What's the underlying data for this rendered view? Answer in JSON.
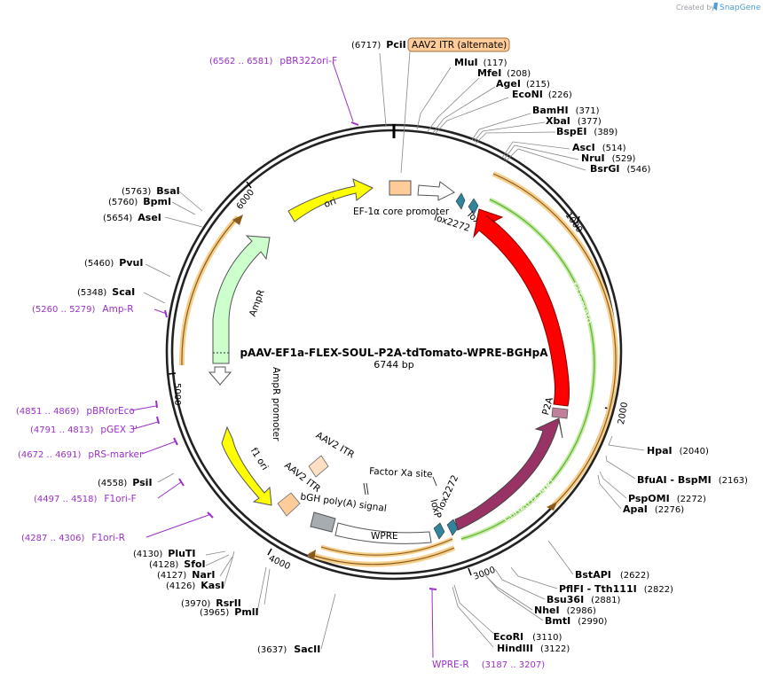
{
  "credit": {
    "created_by": "Created by",
    "brand": "SnapGene"
  },
  "plasmid": {
    "name": "pAAV-EF1a-FLEX-SOUL-P2A-tdTomato-WPRE-BGHpA",
    "size": "6744 bp"
  },
  "ticks": [
    "1000",
    "2000",
    "3000",
    "4000",
    "5000",
    "6000"
  ],
  "enzymes": [
    {
      "name": "PciI",
      "pos": "(6717)"
    },
    {
      "name": "MluI",
      "pos": "(117)"
    },
    {
      "name": "MfeI",
      "pos": "(208)"
    },
    {
      "name": "AgeI",
      "pos": "(215)"
    },
    {
      "name": "EcoNI",
      "pos": "(226)"
    },
    {
      "name": "BamHI",
      "pos": "(371)"
    },
    {
      "name": "XbaI",
      "pos": "(377)"
    },
    {
      "name": "BspEI",
      "pos": "(389)"
    },
    {
      "name": "AscI",
      "pos": "(514)"
    },
    {
      "name": "NruI",
      "pos": "(529)"
    },
    {
      "name": "BsrGI",
      "pos": "(546)"
    },
    {
      "name": "HpaI",
      "pos": "(2040)"
    },
    {
      "name": "BfuAI - BspMI",
      "pos": "(2163)"
    },
    {
      "name": "PspOMI",
      "pos": "(2272)"
    },
    {
      "name": "ApaI",
      "pos": "(2276)"
    },
    {
      "name": "BstAPI",
      "pos": "(2622)"
    },
    {
      "name": "PflFI - Tth111I",
      "pos": "(2822)"
    },
    {
      "name": "Bsu36I",
      "pos": "(2881)"
    },
    {
      "name": "NheI",
      "pos": "(2986)"
    },
    {
      "name": "BmtI",
      "pos": "(2990)"
    },
    {
      "name": "EcoRI",
      "pos": "(3110)"
    },
    {
      "name": "HindIII",
      "pos": "(3122)"
    },
    {
      "name": "SacII",
      "pos": "(3637)"
    },
    {
      "name": "PmlI",
      "pos": "(3965)"
    },
    {
      "name": "RsrII",
      "pos": "(3970)"
    },
    {
      "name": "KasI",
      "pos": "(4126)"
    },
    {
      "name": "NarI",
      "pos": "(4127)"
    },
    {
      "name": "SfoI",
      "pos": "(4128)"
    },
    {
      "name": "PluTI",
      "pos": "(4130)"
    },
    {
      "name": "PsiI",
      "pos": "(4558)"
    },
    {
      "name": "ScaI",
      "pos": "(5348)"
    },
    {
      "name": "PvuI",
      "pos": "(5460)"
    },
    {
      "name": "AseI",
      "pos": "(5654)"
    },
    {
      "name": "BpmI",
      "pos": "(5760)"
    },
    {
      "name": "BsaI",
      "pos": "(5763)"
    }
  ],
  "primers": [
    {
      "name": "pBR322ori-F",
      "range": "(6562 .. 6581)"
    },
    {
      "name": "Amp-R",
      "range": "(5260 .. 5279)"
    },
    {
      "name": "pBRforEco",
      "range": "(4851 .. 4869)"
    },
    {
      "name": "pGEX 3'",
      "range": "(4791 .. 4813)"
    },
    {
      "name": "pRS-marker",
      "range": "(4672 .. 4691)"
    },
    {
      "name": "F1ori-F",
      "range": "(4497 .. 4518)"
    },
    {
      "name": "F1ori-R",
      "range": "(4287 .. 4306)"
    },
    {
      "name": "WPRE-R",
      "range": "(3187 .. 3207)"
    }
  ],
  "features": {
    "itr_alt": "AAV2 ITR (alternate)",
    "ori": "ori",
    "ef1a": "EF-1α core promoter",
    "lox2272_a": "lox2272",
    "loxp_a": "loxP",
    "tdtomato": "tdTomato",
    "p2a": "P2A",
    "chr2": "ChR2(H134R)",
    "lox2272_b": "lox2272",
    "loxp_b": "loxP",
    "factor_xa": "Factor Xa site",
    "bgh": "bGH poly(A) signal",
    "wpre": "WPRE",
    "itr_a": "AAV2 ITR",
    "itr_b": "AAV2 ITR",
    "f1ori": "f1 ori",
    "ampr_promoter": "AmpR promoter",
    "ampr": "AmpR"
  },
  "colors": {
    "ori": "#ffff00",
    "tdtomato": "#ff0000",
    "chr2": "#993366",
    "ampr": "#ccffcc",
    "itr": "#ffcc99",
    "lox": "#31849b",
    "primer": "#9b30c8",
    "orange_arc": "#f2a93b",
    "green_arc": "#5cb82c"
  }
}
